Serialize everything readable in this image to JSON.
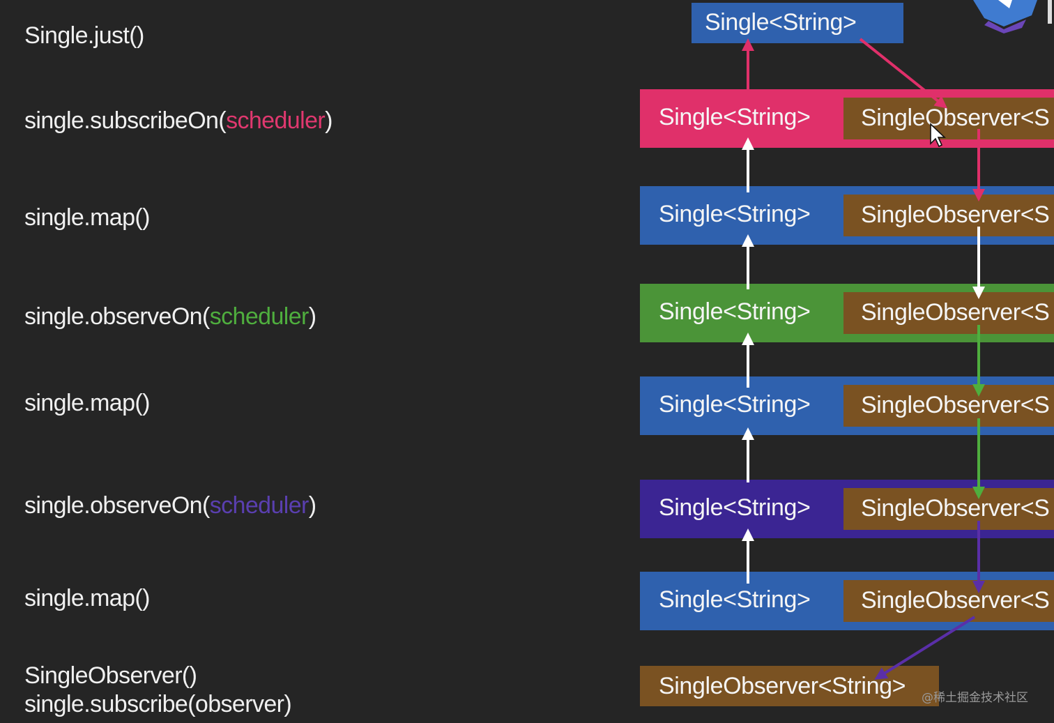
{
  "code": {
    "line1": "Single.just()",
    "line2_prefix": "single.subscribeOn(",
    "line2_arg": "scheduler",
    "line2_suffix": ")",
    "line3": "single.map()",
    "line4_prefix": "single.observeOn(",
    "line4_arg": "scheduler",
    "line4_suffix": ")",
    "line5": "single.map()",
    "line6_prefix": "single.observeOn(",
    "line6_arg": "scheduler",
    "line6_suffix": ")",
    "line7": "single.map()",
    "line8a": "SingleObserver()",
    "line8b": "single.subscribe(observer)"
  },
  "diagram": {
    "top_label": "Single<String>",
    "rows": [
      {
        "single": "Single<String>",
        "observer": "SingleObserver<S",
        "color": "#e0306a"
      },
      {
        "single": "Single<String>",
        "observer": "SingleObserver<S",
        "color": "#2f61ae"
      },
      {
        "single": "Single<String>",
        "observer": "SingleObserver<S",
        "color": "#4b9438"
      },
      {
        "single": "Single<String>",
        "observer": "SingleObserver<S",
        "color": "#2f61ae"
      },
      {
        "single": "Single<String>",
        "observer": "SingleObserver<S",
        "color": "#3b2593"
      },
      {
        "single": "Single<String>",
        "observer": "SingleObserver<S",
        "color": "#2f61ae"
      }
    ],
    "final_label": "SingleObserver<String>",
    "colors": {
      "background": "#252525",
      "observer_box": "#7a5222",
      "pink": "#e0306a",
      "green": "#4fae3e",
      "purple": "#5a3fb0"
    }
  },
  "watermark": "@稀土掘金技术社区"
}
